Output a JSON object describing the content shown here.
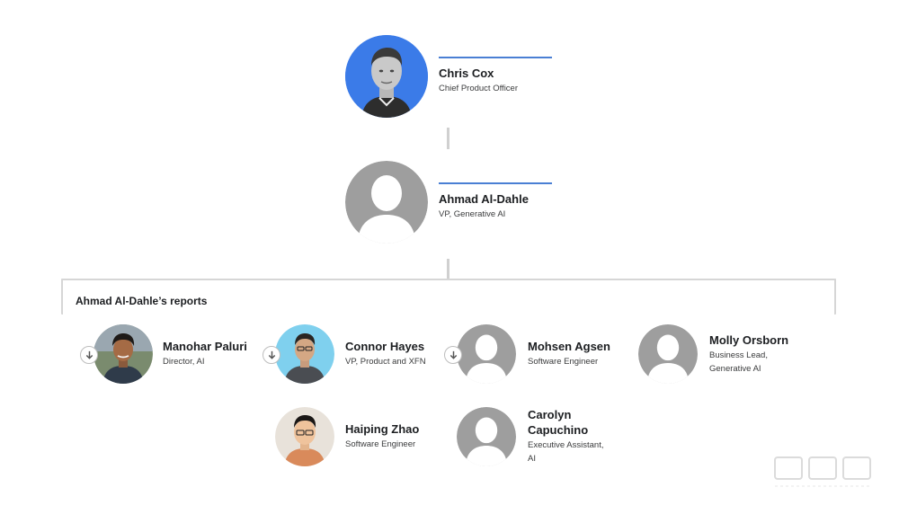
{
  "colors": {
    "accent": "#4a7fd4",
    "manager_bg": "#3b7be8",
    "placeholder_bg": "#9e9e9e",
    "connector": "#d0d0d0"
  },
  "manager": {
    "name": "Chris Cox",
    "title": "Chief Product Officer"
  },
  "person": {
    "name": "Ahmad Al-Dahle",
    "title": "VP, Generative AI"
  },
  "reports": {
    "heading": "Ahmad Al-Dahle’s reports",
    "items": [
      {
        "name": "Manohar Paluri",
        "title": "Director, AI",
        "expandable": true
      },
      {
        "name": "Connor Hayes",
        "title": "VP, Product and XFN",
        "expandable": true
      },
      {
        "name": "Mohsen Agsen",
        "title": "Software Engineer",
        "expandable": true
      },
      {
        "name": "Molly Orsborn",
        "title_line1": "Business Lead,",
        "title_line2": "Generative AI",
        "expandable": false
      },
      {
        "name": "Haiping Zhao",
        "title": "Software Engineer",
        "expandable": false
      },
      {
        "name_line1": "Carolyn",
        "name_line2": "Capuchino",
        "title_line1": "Executive Assistant,",
        "title_line2": "AI",
        "expandable": false
      }
    ]
  },
  "icons": {
    "expand": "arrow-down-icon",
    "placeholder": "default-person-icon"
  }
}
